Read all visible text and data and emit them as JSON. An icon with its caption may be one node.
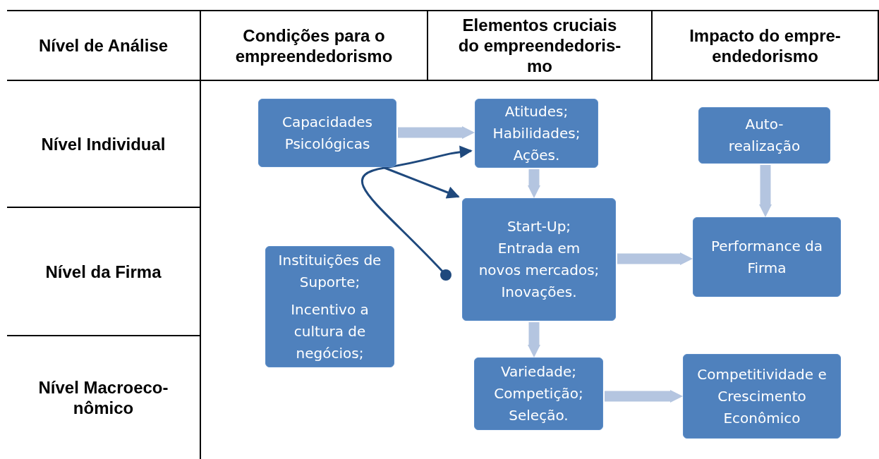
{
  "diagram": {
    "nodes": [
      {
        "text": [
          "Capacidades Psicológicas"
        ]
      },
      {
        "text": [
          "Atitudes; Habilidades; Ações."
        ]
      },
      {
        "text": [
          "Auto- realização"
        ]
      },
      {
        "text": [
          "Instituições de Suporte;",
          "Incentivo a cultura de negócios;"
        ]
      },
      {
        "text": [
          "Start-Up; Entrada em novos mercados; Inovações."
        ]
      },
      {
        "text": [
          "Performance da Firma"
        ]
      },
      {
        "text": [
          "Variedade; Competição; Seleção."
        ]
      },
      {
        "text": [
          "Competitividade e Crescimento Econômico"
        ]
      }
    ],
    "edges": [
      {
        "from": 0,
        "to": 1,
        "arrow": "to"
      },
      {
        "from": 1,
        "to": 4,
        "arrow": "to"
      },
      {
        "from": 2,
        "to": 5,
        "arrow": "to"
      },
      {
        "from": 4,
        "to": 1,
        "arrow": "to",
        "color": "#1f497d"
      },
      {
        "from": 0,
        "to": 4,
        "arrow": "to",
        "color": "#1f497d"
      },
      {
        "from": 4,
        "to": 5,
        "arrow": "to"
      },
      {
        "from": 4,
        "to": 6,
        "arrow": "to"
      },
      {
        "from": 6,
        "to": 7,
        "arrow": "to"
      }
    ],
    "labels": [
      "Nível de Análise",
      "Condições para o empreendedorismo",
      "Elementos cruciais do empreendedoris- mo",
      "Impacto do empre- endedorismo",
      "Nível Individual",
      "Nível da Firma",
      "Nível Macroeco- nômico"
    ]
  }
}
